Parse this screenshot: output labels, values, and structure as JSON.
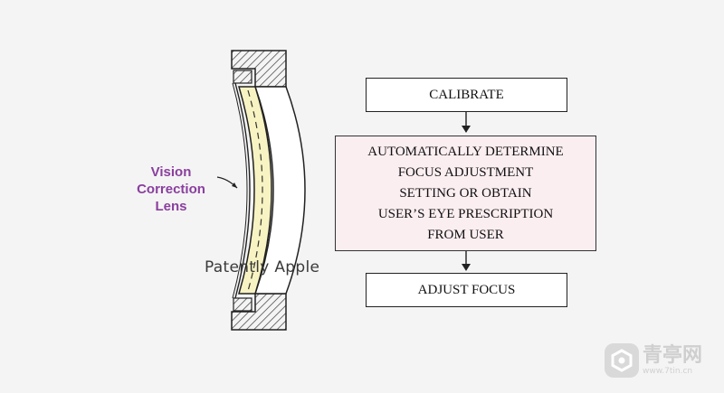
{
  "lens_label": {
    "line1": "Vision",
    "line2": "Correction",
    "line3": "Lens",
    "color": "#8a3f9e"
  },
  "watermark": "Patently Apple",
  "flowchart": {
    "step1": "CALIBRATE",
    "step2": {
      "line1": "AUTOMATICALLY DETERMINE",
      "line2": "FOCUS ADJUSTMENT",
      "line3": "SETTING OR OBTAIN",
      "line4": "USER’S EYE PRESCRIPTION",
      "line5": "FROM USER",
      "fill": "#fbeef1"
    },
    "step3": "ADJUST FOCUS"
  },
  "site_badge": {
    "icon": "hexagon-logo-icon",
    "name": "青亭网",
    "url": "www.7tin.cn"
  }
}
